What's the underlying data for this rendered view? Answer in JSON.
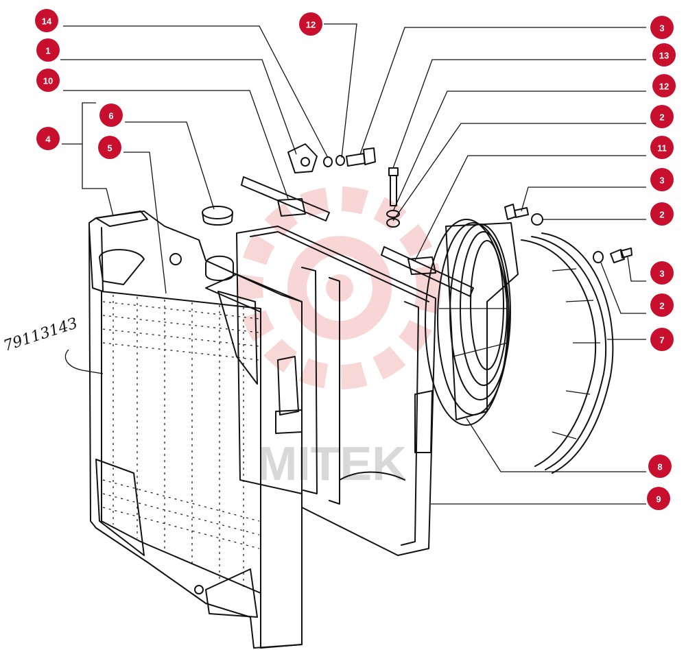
{
  "colors": {
    "badge": "#c8102e",
    "line": "#111111",
    "watermark": "#f3b6b6"
  },
  "watermark": {
    "text": "MITEK",
    "icon": "gear-watermark-icon"
  },
  "handwritten_note": "7911314З",
  "callouts": [
    {
      "id": "c14",
      "label": "14"
    },
    {
      "id": "c1",
      "label": "1"
    },
    {
      "id": "c10",
      "label": "10"
    },
    {
      "id": "c4",
      "label": "4"
    },
    {
      "id": "c6",
      "label": "6"
    },
    {
      "id": "c5",
      "label": "5"
    },
    {
      "id": "c12a",
      "label": "12"
    },
    {
      "id": "c3a",
      "label": "3"
    },
    {
      "id": "c13",
      "label": "13"
    },
    {
      "id": "c12b",
      "label": "12"
    },
    {
      "id": "c2a",
      "label": "2"
    },
    {
      "id": "c11",
      "label": "11"
    },
    {
      "id": "c3b",
      "label": "3"
    },
    {
      "id": "c2b",
      "label": "2"
    },
    {
      "id": "c3c",
      "label": "3"
    },
    {
      "id": "c2c",
      "label": "2"
    },
    {
      "id": "c7",
      "label": "7"
    },
    {
      "id": "c8",
      "label": "8"
    },
    {
      "id": "c9",
      "label": "9"
    }
  ]
}
